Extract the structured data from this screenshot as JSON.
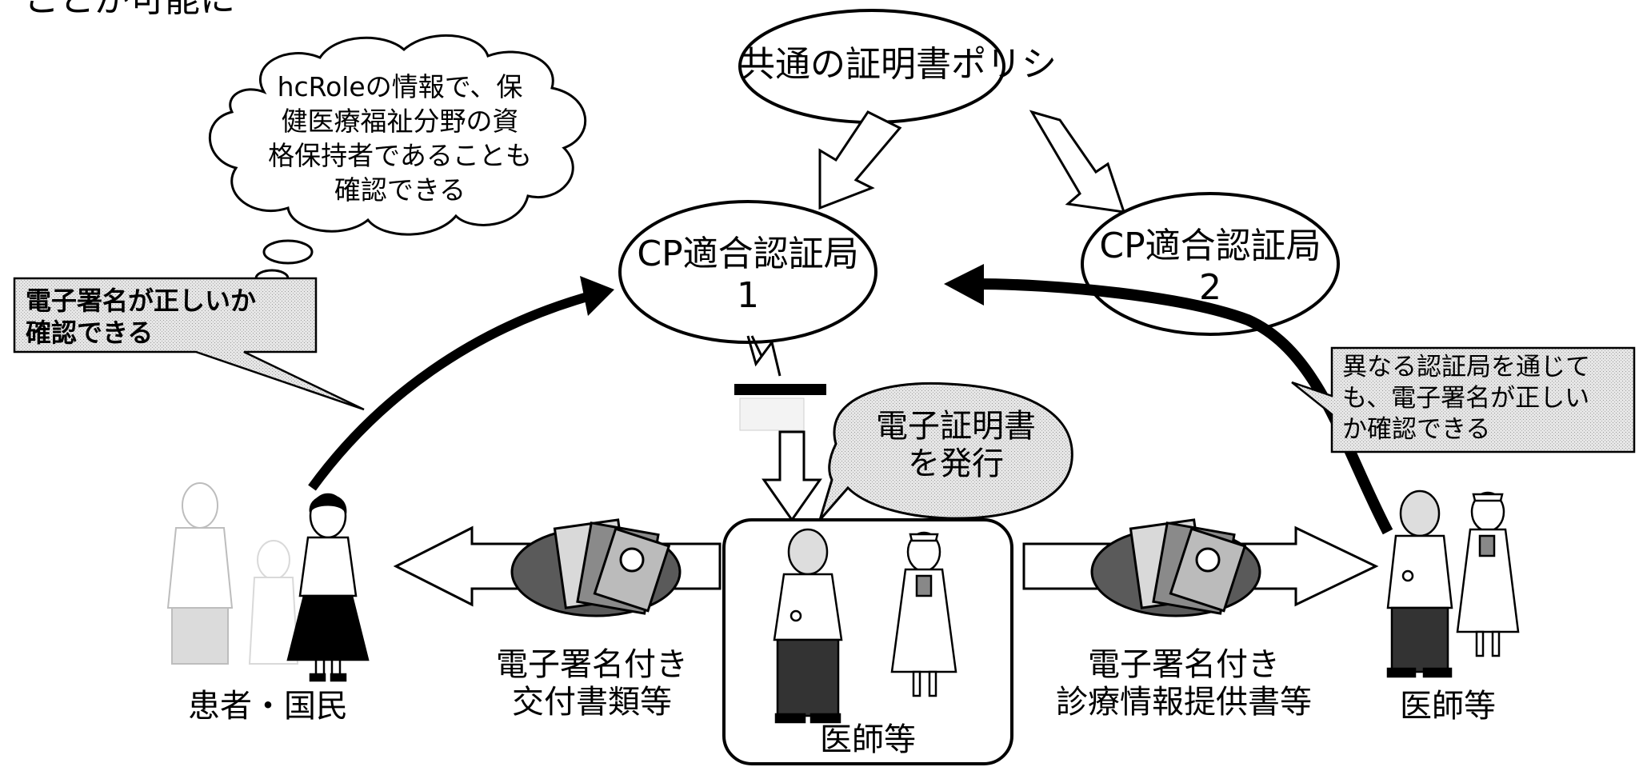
{
  "top_fragment": "ことが可能に",
  "policy": {
    "label": "共通の証明書ポリシ"
  },
  "ca1": {
    "line1": "CP適合認証局",
    "line2": "1"
  },
  "ca2": {
    "line1": "CP適合認証局",
    "line2": "2"
  },
  "thought_bubble": {
    "lines": [
      "hcRoleの情報で、保",
      "健医療福祉分野の資",
      "格保持者であることも",
      "確認できる"
    ]
  },
  "callout_left": {
    "lines": [
      "電子署名が正しいか",
      "確認できる"
    ]
  },
  "callout_right": {
    "lines": [
      "異なる認証局を通じて",
      "も、電子署名が正しい",
      "か確認できる"
    ]
  },
  "issue_bubble": {
    "lines": [
      "電子証明書",
      "を発行"
    ]
  },
  "patients_label": "患者・国民",
  "left_docs": {
    "lines": [
      "電子署名付き",
      "交付書類等"
    ]
  },
  "center_doctors_label": "医師等",
  "right_docs": {
    "lines": [
      "電子署名付き",
      "診療情報提供書等"
    ]
  },
  "right_doctors_label": "医師等"
}
